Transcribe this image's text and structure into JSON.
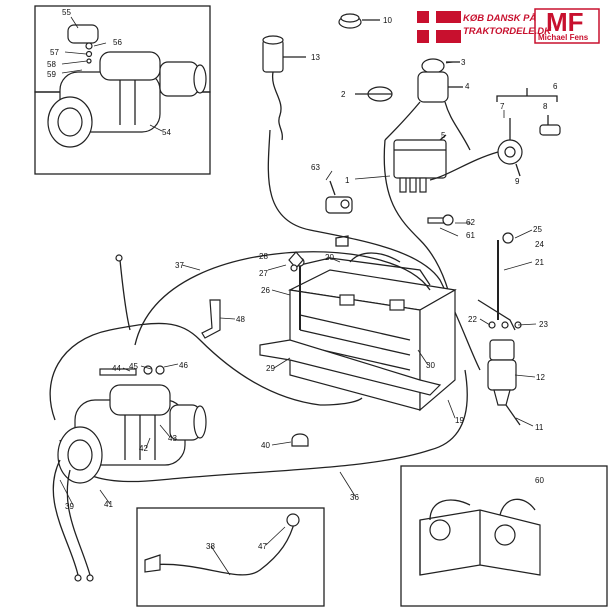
{
  "brand": {
    "line1": "KØB DANSK PÅ",
    "line2": "TRAKTORDELE.DK",
    "logo_mark": "MF",
    "logo_sub": "Michael Fens",
    "flag_color": "#c8102e",
    "logo_color": "#c8102e"
  },
  "callouts": {
    "n1": "1",
    "n2": "2",
    "n3": "3",
    "n4": "4",
    "n5": "5",
    "n6": "6",
    "n7": "7",
    "n8": "8",
    "n9": "9",
    "n10": "10",
    "n11": "11",
    "n12": "12",
    "n13": "13",
    "n19": "19",
    "n20": "20",
    "n21": "21",
    "n22": "22",
    "n23": "23",
    "n24": "24",
    "n25": "25",
    "n26": "26",
    "n27": "27",
    "n28": "28",
    "n29": "29",
    "n30": "30",
    "n36": "36",
    "n37": "37",
    "n38": "38",
    "n39": "39",
    "n40": "40",
    "n41": "41",
    "n42": "42",
    "n43": "43",
    "n44": "44",
    "n45": "45",
    "n46": "46",
    "n47": "47",
    "n48": "48",
    "n54": "54",
    "n55": "55",
    "n56": "56",
    "n57": "57",
    "n58": "58",
    "n59": "59",
    "n60": "60",
    "n61": "61",
    "n62": "62",
    "n63": "63"
  }
}
